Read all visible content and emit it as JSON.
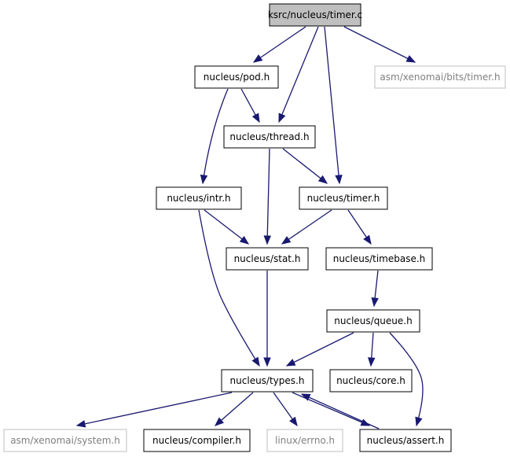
{
  "graph": {
    "colors": {
      "edge": "#191970",
      "root_fill": "#bfbfbf",
      "node_border": "#000000",
      "external_border": "#bfbfbf",
      "external_text": "#7f7f7f"
    },
    "nodes": [
      {
        "id": "timer_c",
        "label": "ksrc/nucleus/timer.c",
        "kind": "root"
      },
      {
        "id": "pod_h",
        "label": "nucleus/pod.h",
        "kind": "internal"
      },
      {
        "id": "asm_timer_h",
        "label": "asm/xenomai/bits/timer.h",
        "kind": "external"
      },
      {
        "id": "thread_h",
        "label": "nucleus/thread.h",
        "kind": "internal"
      },
      {
        "id": "intr_h",
        "label": "nucleus/intr.h",
        "kind": "internal"
      },
      {
        "id": "timer_h",
        "label": "nucleus/timer.h",
        "kind": "internal"
      },
      {
        "id": "stat_h",
        "label": "nucleus/stat.h",
        "kind": "internal"
      },
      {
        "id": "timebase_h",
        "label": "nucleus/timebase.h",
        "kind": "internal"
      },
      {
        "id": "queue_h",
        "label": "nucleus/queue.h",
        "kind": "internal"
      },
      {
        "id": "types_h",
        "label": "nucleus/types.h",
        "kind": "internal"
      },
      {
        "id": "core_h",
        "label": "nucleus/core.h",
        "kind": "internal"
      },
      {
        "id": "system_h",
        "label": "asm/xenomai/system.h",
        "kind": "external"
      },
      {
        "id": "compiler_h",
        "label": "nucleus/compiler.h",
        "kind": "internal"
      },
      {
        "id": "errno_h",
        "label": "linux/errno.h",
        "kind": "external"
      },
      {
        "id": "assert_h",
        "label": "nucleus/assert.h",
        "kind": "internal"
      }
    ],
    "edges": [
      {
        "from": "timer_c",
        "to": "pod_h"
      },
      {
        "from": "timer_c",
        "to": "thread_h"
      },
      {
        "from": "timer_c",
        "to": "timer_h"
      },
      {
        "from": "timer_c",
        "to": "asm_timer_h"
      },
      {
        "from": "pod_h",
        "to": "thread_h"
      },
      {
        "from": "pod_h",
        "to": "intr_h"
      },
      {
        "from": "thread_h",
        "to": "timer_h"
      },
      {
        "from": "thread_h",
        "to": "stat_h"
      },
      {
        "from": "intr_h",
        "to": "stat_h"
      },
      {
        "from": "intr_h",
        "to": "types_h"
      },
      {
        "from": "timer_h",
        "to": "stat_h"
      },
      {
        "from": "timer_h",
        "to": "timebase_h"
      },
      {
        "from": "stat_h",
        "to": "types_h"
      },
      {
        "from": "timebase_h",
        "to": "queue_h"
      },
      {
        "from": "queue_h",
        "to": "types_h"
      },
      {
        "from": "queue_h",
        "to": "core_h"
      },
      {
        "from": "queue_h",
        "to": "assert_h"
      },
      {
        "from": "types_h",
        "to": "system_h"
      },
      {
        "from": "types_h",
        "to": "compiler_h"
      },
      {
        "from": "types_h",
        "to": "errno_h"
      },
      {
        "from": "types_h",
        "to": "assert_h"
      },
      {
        "from": "assert_h",
        "to": "types_h"
      }
    ]
  }
}
